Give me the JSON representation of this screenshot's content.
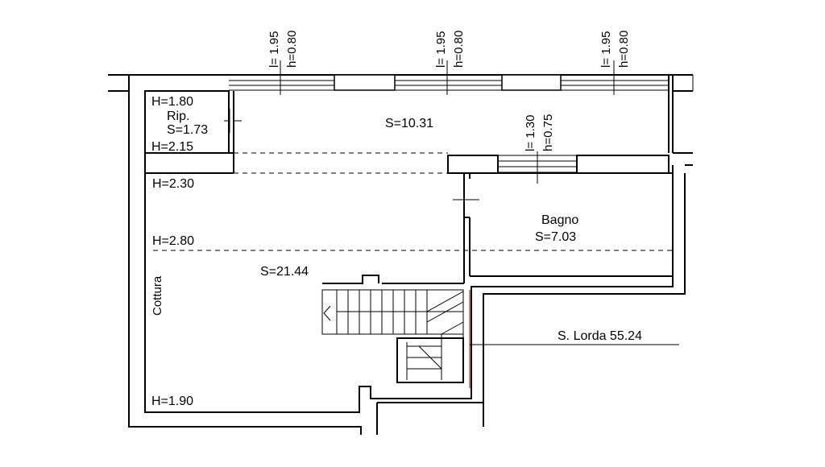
{
  "windows": [
    {
      "l": "l= 1.95",
      "h": "h=0.80"
    },
    {
      "l": "l= 1.95",
      "h": "h=0.80"
    },
    {
      "l": "l= 1.95",
      "h": "h=0.80"
    },
    {
      "l": "l= 1.30",
      "h": "h=0.75"
    }
  ],
  "rip": {
    "h_top": "H=1.80",
    "name": "Rip.",
    "area": "S=1.73",
    "h_bottom": "H=2.15"
  },
  "upper_area": "S=10.31",
  "heights": {
    "h230": "H=2.30",
    "h280": "H=2.80",
    "h190": "H=1.90"
  },
  "main_area": "S=21.44",
  "cottura": "Cottura",
  "bagno": {
    "name": "Bagno",
    "area": "S=7.03"
  },
  "gross": "S. Lorda 55.24"
}
